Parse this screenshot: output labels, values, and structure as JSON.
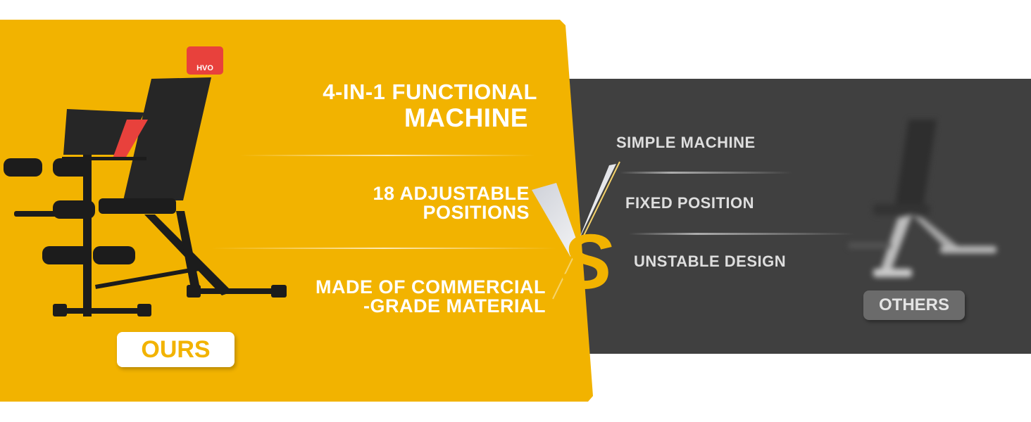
{
  "brand": {
    "logo_text": "HVO"
  },
  "ours": {
    "features": [
      {
        "line1": "4-IN-1 FUNCTIONAL",
        "line2": "MACHINE"
      },
      {
        "line1": "18 ADJUSTABLE",
        "line2": "POSITIONS"
      },
      {
        "line1": "MADE OF COMMERCIAL",
        "line2": "-GRADE MATERIAL"
      }
    ],
    "badge": "OURS"
  },
  "versus": {
    "v": "V",
    "s": "S"
  },
  "others": {
    "features": [
      "SIMPLE MACHINE",
      "FIXED POSITION",
      "UNSTABLE DESIGN"
    ],
    "badge": "OTHERS"
  },
  "colors": {
    "yellow": "#F2B300",
    "dark": "#404040",
    "red": "#E8413C"
  }
}
